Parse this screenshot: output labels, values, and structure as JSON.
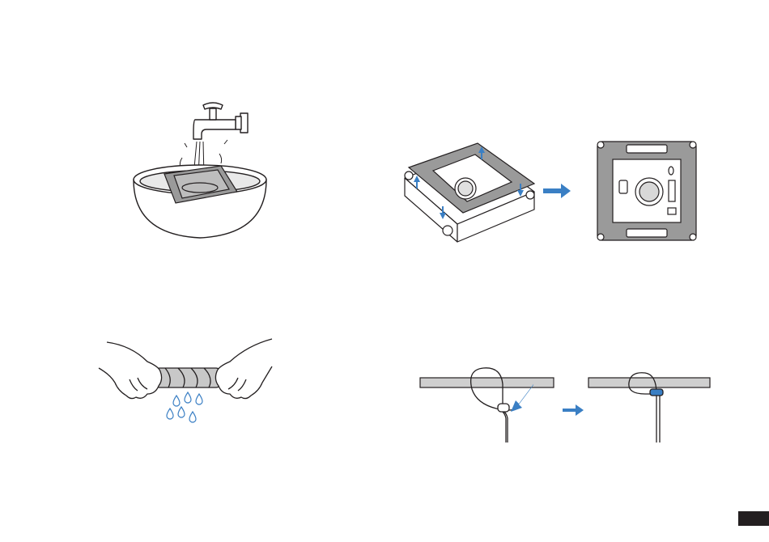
{
  "page": {
    "tab_color": "#231f20"
  },
  "figures": [
    {
      "id": "soak-pad",
      "icon": "faucet-bowl-illustration"
    },
    {
      "id": "wring-pad",
      "icon": "hands-wringing-cloth-illustration"
    },
    {
      "id": "attach-pad",
      "icon": "robot-pad-attach-illustration"
    },
    {
      "id": "safety-rope",
      "icon": "safety-rope-knot-illustration"
    }
  ],
  "colors": {
    "line": "#231f20",
    "accent_blue": "#3a7fc4",
    "water_blue": "#3a7fc4",
    "pad_gray": "#8a8a8a",
    "light_gray": "#cfcfcf"
  }
}
